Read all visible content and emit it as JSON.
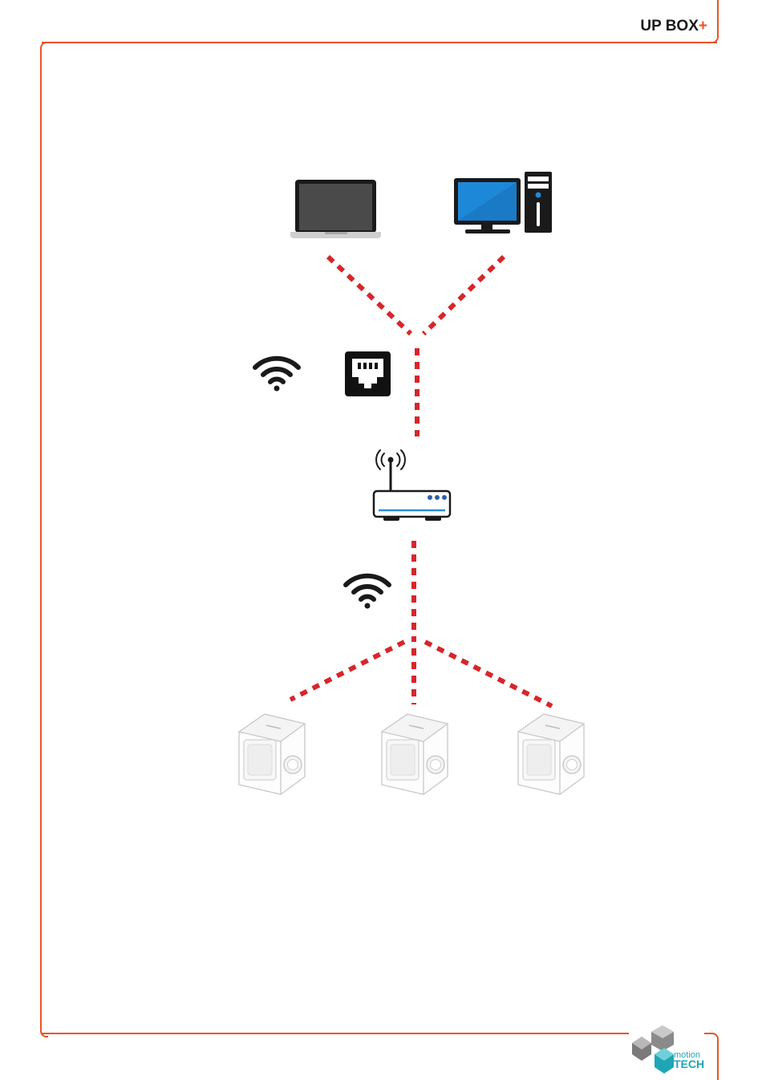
{
  "brand": {
    "name": "UP BOX",
    "plus": "+"
  },
  "footer_logo": {
    "line1": "motion",
    "line2": "TECH"
  },
  "colors": {
    "frame": "#e8542a",
    "link": "#d6262b",
    "icon_dark": "#1a1a1a",
    "screen_blue": "#1e88d8",
    "router_blue": "#2a8fd6",
    "logo_teal": "#1fa6b6"
  },
  "nodes": [
    {
      "id": "laptop",
      "icon": "laptop-icon"
    },
    {
      "id": "desktop",
      "icon": "desktop-computer-icon"
    },
    {
      "id": "wifi-top",
      "icon": "wifi-icon"
    },
    {
      "id": "ethernet",
      "icon": "ethernet-port-icon"
    },
    {
      "id": "router",
      "icon": "wifi-router-icon"
    },
    {
      "id": "wifi-bottom",
      "icon": "wifi-icon"
    },
    {
      "id": "printer-1",
      "icon": "3d-printer-icon"
    },
    {
      "id": "printer-2",
      "icon": "3d-printer-icon"
    },
    {
      "id": "printer-3",
      "icon": "3d-printer-icon"
    }
  ]
}
